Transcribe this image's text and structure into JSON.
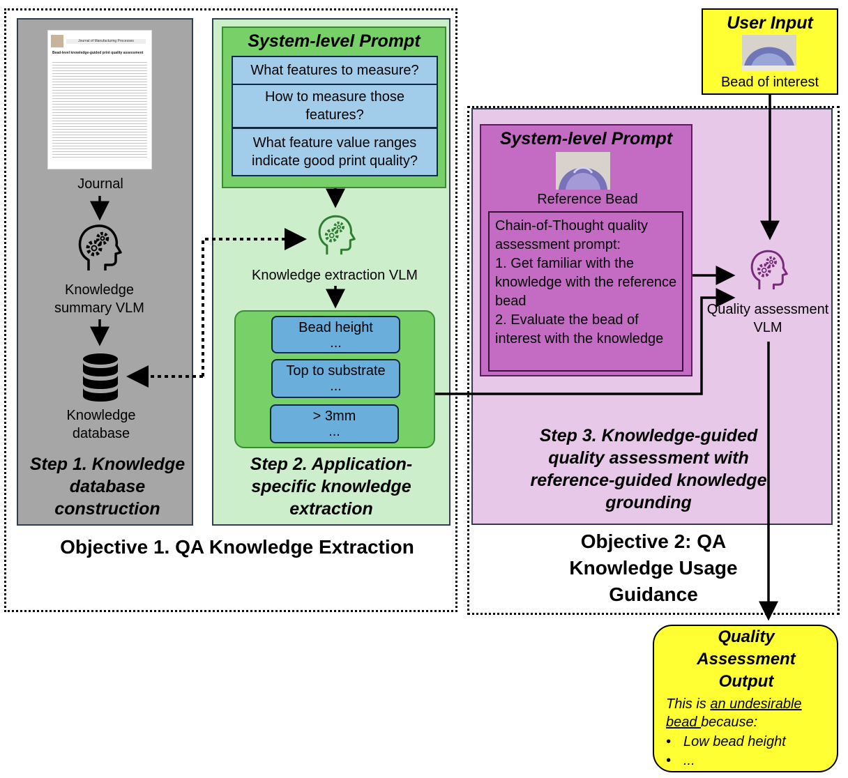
{
  "objective1": {
    "title": "Objective 1. QA Knowledge Extraction"
  },
  "objective2": {
    "title": "Objective 2: QA Knowledge Usage Guidance"
  },
  "step1": {
    "title": "Step 1. Knowledge database construction",
    "journal_label": "Journal",
    "journal_page": {
      "header": "Journal of Manufacturing Processes",
      "heading": "Bead-level knowledge-guided print quality assessment"
    },
    "vlm_label": "Knowledge summary VLM",
    "db_label": "Knowledge database"
  },
  "step2": {
    "title": "Step 2. Application-specific knowledge extraction",
    "prompt_title": "System-level Prompt",
    "questions": [
      "What features to measure?",
      "How to measure those features?",
      "What feature value ranges indicate good print quality?"
    ],
    "vlm_label": "Knowledge extraction VLM",
    "knowledge_items": [
      {
        "label": "Bead height",
        "more": "..."
      },
      {
        "label": "Top to substrate",
        "more": "..."
      },
      {
        "label": "> 3mm",
        "more": "..."
      }
    ]
  },
  "step3": {
    "title": "Step 3. Knowledge-guided quality assessment with reference-guided knowledge grounding",
    "prompt_title": "System-level Prompt",
    "reference_label": "Reference Bead",
    "cot_text": "Chain-of-Thought quality assessment prompt:",
    "cot_steps": [
      "1. Get familiar with the knowledge with the reference bead",
      "2. Evaluate the bead of interest with the knowledge"
    ],
    "vlm_label": "Quality assessment VLM"
  },
  "user_input": {
    "title": "User Input",
    "label": "Bead of interest"
  },
  "output": {
    "title": "Quality Assessment Output",
    "text_prefix": "This is ",
    "text_emph": "an undesirable bead ",
    "text_suffix": "because:",
    "bullets": [
      "Low bead height",
      "..."
    ]
  },
  "colors": {
    "step1_bg": "#a6a6a6",
    "step2_bg": "#cdeecb",
    "step2_prompt": "#78d068",
    "step3_bg": "#e8c8e8",
    "step3_prompt": "#c46cc4",
    "question_box": "#a2cdea",
    "knowledge_box": "#6aaedc",
    "highlight": "#ffff33",
    "icon_green": "#2e7d32",
    "icon_purple": "#7a2a7a"
  }
}
